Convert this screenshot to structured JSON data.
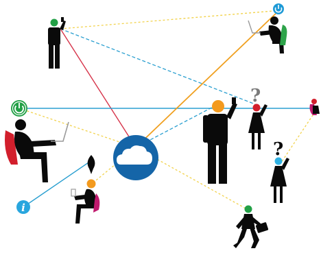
{
  "colors": {
    "figure": "#0a0a0a",
    "cloud_circle": "#1565a8",
    "cloud": "#ffffff",
    "power_green": "#22a046",
    "power_blue": "#1e9ad6",
    "info_blue": "#29a6de",
    "question_gray": "#7b7b7b",
    "seat_red": "#d21f2c",
    "seat_green": "#2ea34a",
    "seat_magenta": "#c01a6e",
    "line_red": "#d6344a",
    "line_orange": "#f0a020",
    "line_yellow": "#f2d24a",
    "line_blue": "#2a9fd0",
    "head_green": "#22a046",
    "head_orange": "#f39a1e",
    "head_red": "#d21f2c",
    "head_cyan": "#2fb1e3"
  },
  "nodes": [
    {
      "id": "cloud",
      "icon": "cloud-icon"
    },
    {
      "id": "phone-man",
      "icon": "person-phone-icon"
    },
    {
      "id": "laptop-woman-top",
      "icon": "person-laptop-icon"
    },
    {
      "id": "laptop-man-left",
      "icon": "person-laptop-icon"
    },
    {
      "id": "tall-man",
      "icon": "person-phone-icon"
    },
    {
      "id": "woman-question-1",
      "icon": "question-icon"
    },
    {
      "id": "woman-question-2",
      "icon": "question-icon"
    },
    {
      "id": "seated-woman",
      "icon": "person-seated-icon"
    },
    {
      "id": "walking-man",
      "icon": "person-walking-icon"
    },
    {
      "id": "edge-figure",
      "icon": "person-seated-icon"
    },
    {
      "id": "location-pin",
      "icon": "pin-icon"
    }
  ],
  "labels": {
    "question_1": "?",
    "question_2": "?",
    "info": "i"
  }
}
